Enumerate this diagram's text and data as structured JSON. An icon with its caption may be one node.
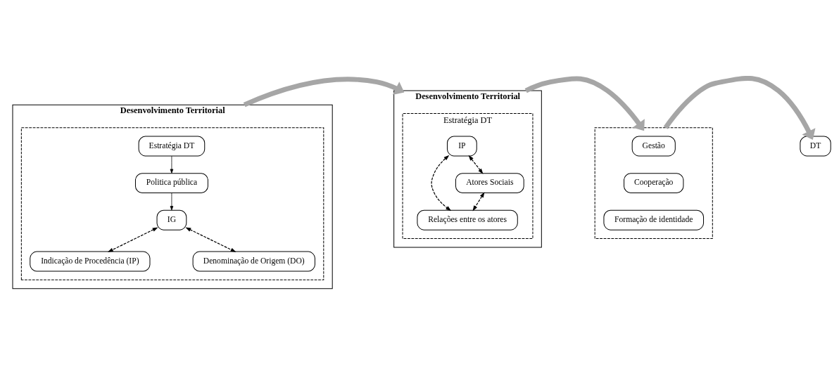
{
  "diagram": {
    "nodes": [
      {
        "text": [
          "Desenvolvimento Territorial"
        ]
      },
      {
        "text": [],
        "shape": "box",
        "in": 0
      },
      {
        "text": [
          "Estratégia DT"
        ],
        "in": 1
      },
      {
        "text": [
          "Politica pública"
        ],
        "in": 1
      },
      {
        "text": [
          "IG"
        ],
        "in": 1
      },
      {
        "text": [
          "Indicação de Procedência (IP)"
        ],
        "in": 1
      },
      {
        "text": [
          "Denominação de Origem (DO)"
        ],
        "in": 1
      },
      {
        "text": [
          "Desenvolvimento Territorial"
        ]
      },
      {
        "text": [
          "Estratégia DT"
        ],
        "in": 7
      },
      {
        "text": [
          "IP"
        ],
        "in": 8
      },
      {
        "text": [
          "Relações entre os atores"
        ],
        "in": 8
      },
      {
        "text": [
          "Atores Sociais"
        ],
        "in": 8
      },
      {
        "text": [],
        "shape": "box"
      },
      {
        "text": [
          "Gestão"
        ],
        "in": 12
      },
      {
        "text": [
          "Cooperação"
        ],
        "in": 12
      },
      {
        "text": [
          "Formação de identidade"
        ],
        "in": 12
      },
      {
        "text": [
          "DT"
        ]
      }
    ],
    "edges": [
      {
        "from": 2,
        "to": 3,
        "arrow": "to"
      },
      {
        "from": 3,
        "to": 4,
        "arrow": "to"
      },
      {
        "from": 4,
        "to": 5,
        "arrow": "both",
        "style": "dashed"
      },
      {
        "from": 4,
        "to": 6,
        "arrow": "both",
        "style": "dashed"
      },
      {
        "from": 9,
        "to": 10,
        "arrow": "both",
        "style": "dashed"
      },
      {
        "from": 9,
        "to": 11,
        "arrow": "both",
        "style": "dashed"
      },
      {
        "from": 11,
        "to": 10,
        "arrow": "both",
        "style": "dashed"
      },
      {
        "from": 0,
        "to": 7,
        "arrow": "to",
        "style": "thick",
        "color": "#a6a6a6"
      },
      {
        "from": 7,
        "to": 12,
        "arrow": "to",
        "style": "thick",
        "color": "#a6a6a6"
      },
      {
        "from": 12,
        "to": 16,
        "arrow": "to",
        "style": "thick",
        "color": "#a6a6a6"
      }
    ]
  }
}
